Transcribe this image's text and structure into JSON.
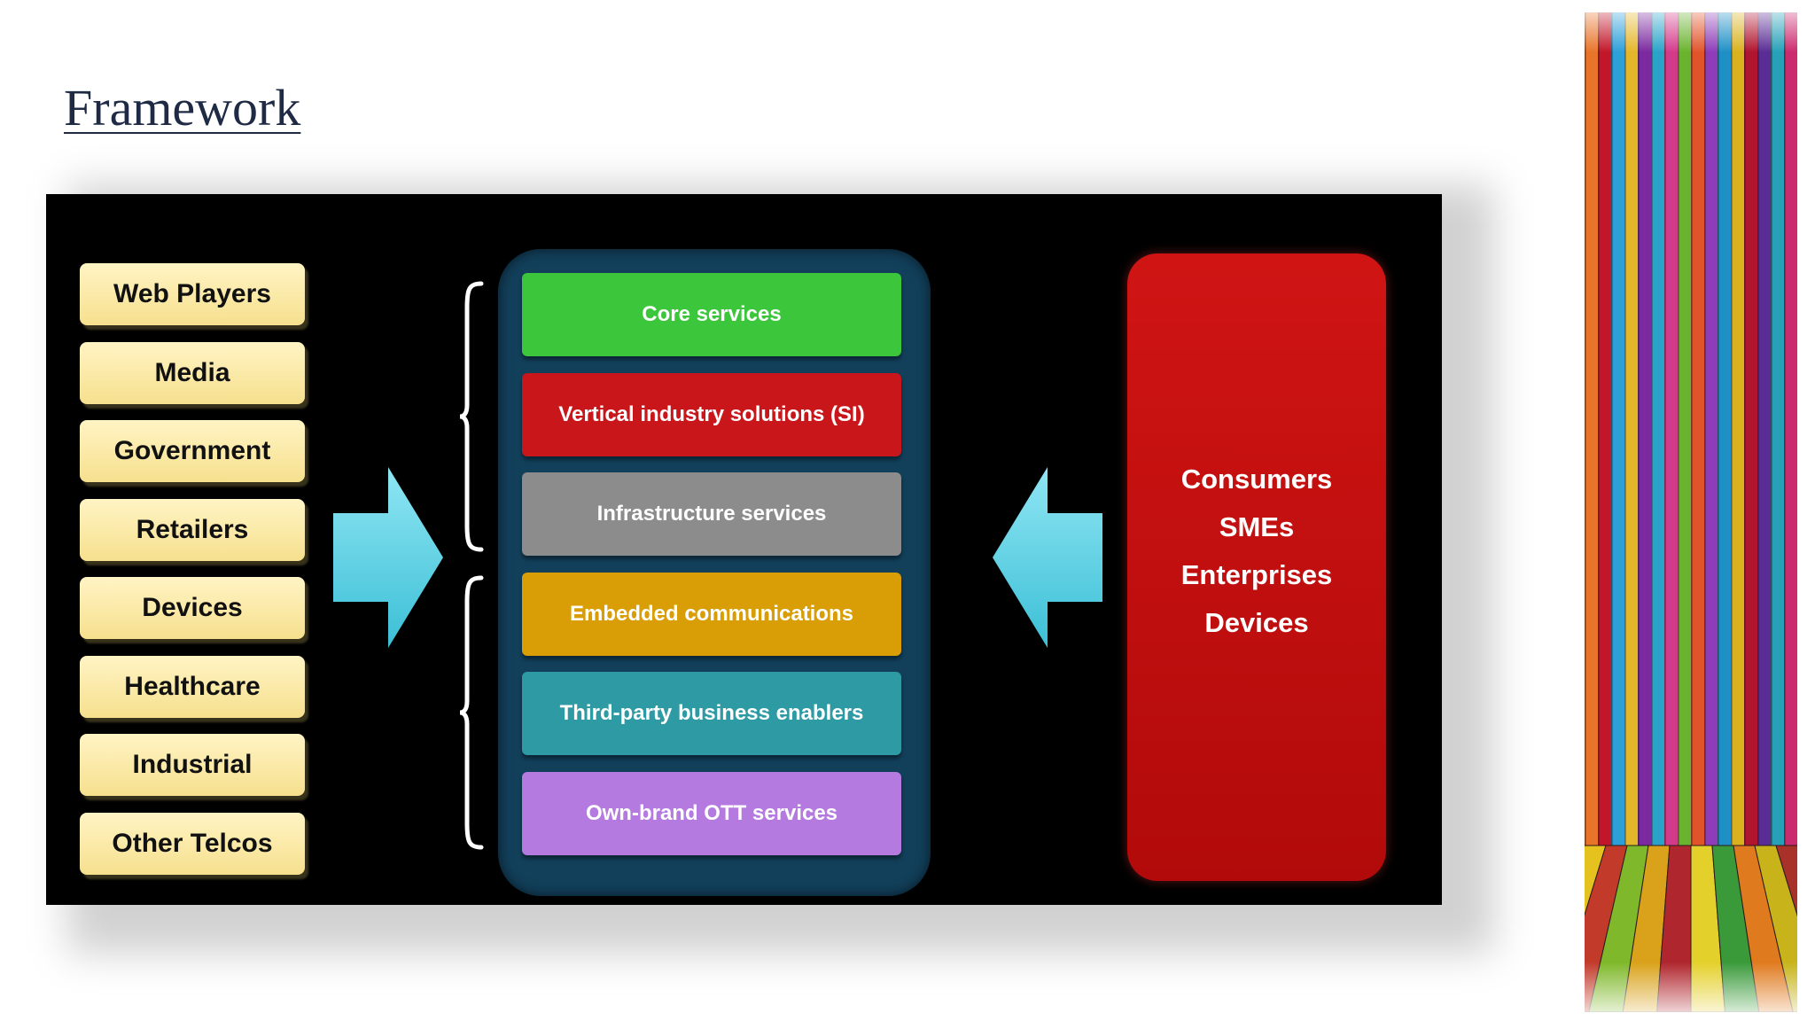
{
  "title": "Framework",
  "diagram": {
    "column_headers": [],
    "players": [
      "Web Players",
      "Media",
      "Government",
      "Retailers",
      "Devices",
      "Healthcare",
      "Industrial",
      "Other Telcos"
    ],
    "services": [
      {
        "label": "Core services",
        "color": "#3cc63c"
      },
      {
        "label": "Vertical industry solutions (SI)",
        "color": "#c8161a"
      },
      {
        "label": "Infrastructure services",
        "color": "#8c8c8c"
      },
      {
        "label": "Embedded communications",
        "color": "#d99e06"
      },
      {
        "label": "Third-party business enablers",
        "color": "#2e9aa4"
      },
      {
        "label": "Own-brand OTT services",
        "color": "#b47ae0"
      }
    ],
    "consumers": [
      "Consumers",
      "SMEs",
      "Enterprises",
      "Devices"
    ],
    "colors": {
      "player_fill": "#f6e08e",
      "platform": "#123f5a",
      "consumers_box": "#c41010",
      "arrow": "#5fd2e6",
      "background": "#000000"
    },
    "icons": [
      "right-arrow-icon",
      "left-arrow-icon",
      "curly-brace-icon"
    ]
  }
}
